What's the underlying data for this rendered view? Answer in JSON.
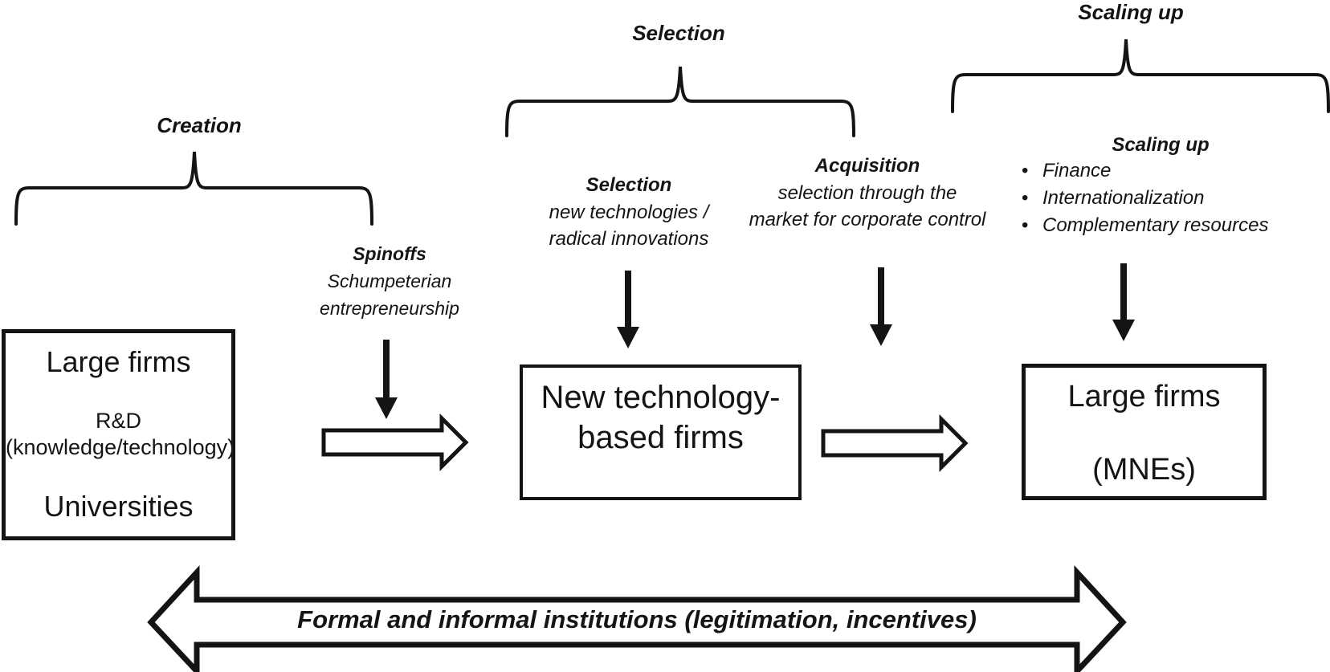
{
  "stage_labels": {
    "creation": "Creation",
    "selection": "Selection",
    "scaling_up": "Scaling up"
  },
  "spinoffs_note": {
    "title": "Spinoffs",
    "line1": "Schumpeterian",
    "line2": "entrepreneurship"
  },
  "selection_note": {
    "title": "Selection",
    "line1": "new technologies /",
    "line2": "radical innovations"
  },
  "acquisition_note": {
    "title": "Acquisition",
    "line1": "selection through the",
    "line2": "market for corporate control"
  },
  "scaling_note": {
    "title": "Scaling up",
    "bullets": [
      "Finance",
      "Internationalization",
      "Complementary resources"
    ]
  },
  "boxes": {
    "origin": {
      "line1": "Large firms",
      "line2": "R&D",
      "line3": "(knowledge/technology)",
      "line4": "Universities"
    },
    "ntbf": {
      "line1": "New technology-",
      "line2": "based firms"
    },
    "mnes": {
      "line1": "Large firms",
      "line2": "(MNEs)"
    }
  },
  "institutions_arrow": {
    "label": "Formal and informal institutions (legitimation, incentives)"
  },
  "colors": {
    "ink": "#141414",
    "background": "#ffffff"
  }
}
